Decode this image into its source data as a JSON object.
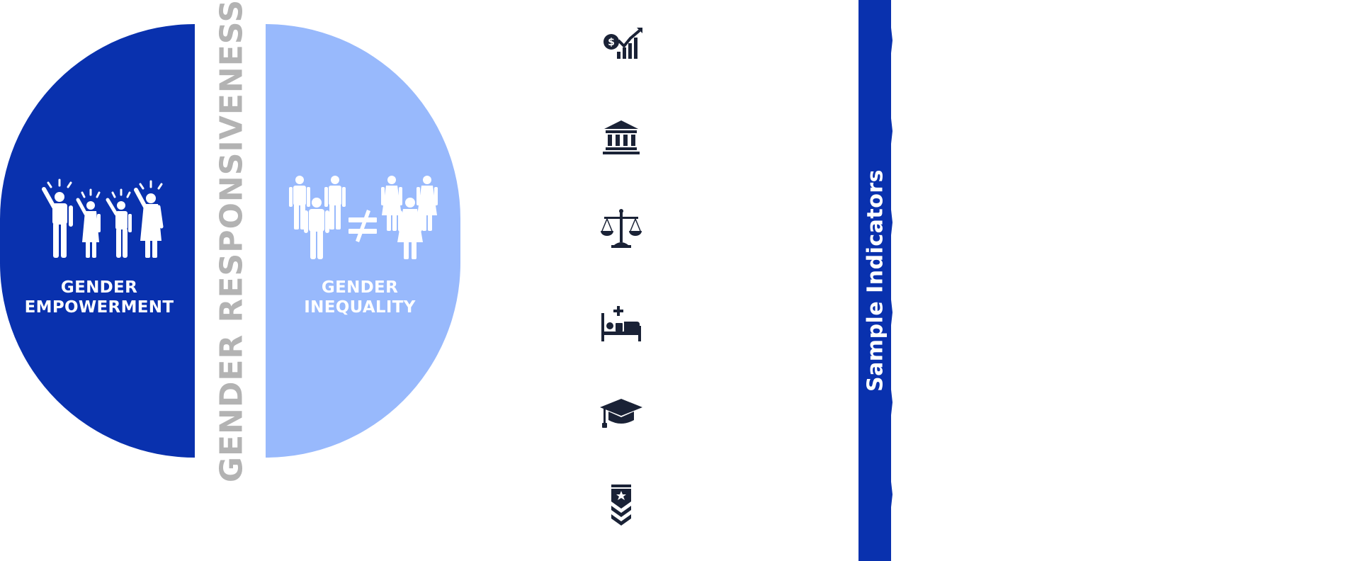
{
  "diagram": {
    "left_panel": {
      "line1": "GENDER",
      "line2": "EMPOWERMENT",
      "icon": "raised-hands-people-icon"
    },
    "center_title": "GENDER RESPONSIVENESS",
    "right_panel": {
      "line1": "GENDER",
      "line2": "INEQUALITY",
      "icon": "men-not-equal-women-icon"
    }
  },
  "icons": [
    "economy-chart-icon",
    "institution-building-icon",
    "justice-scale-icon",
    "health-bed-icon",
    "education-cap-icon",
    "military-rank-icon"
  ],
  "indicators": {
    "title": "Sample Indicators"
  },
  "colors": {
    "dark_blue": "#0931ae",
    "light_blue": "#98b9fc",
    "gray_text": "#b3b3b3",
    "icon_dark": "#1a2236",
    "white": "#ffffff"
  }
}
